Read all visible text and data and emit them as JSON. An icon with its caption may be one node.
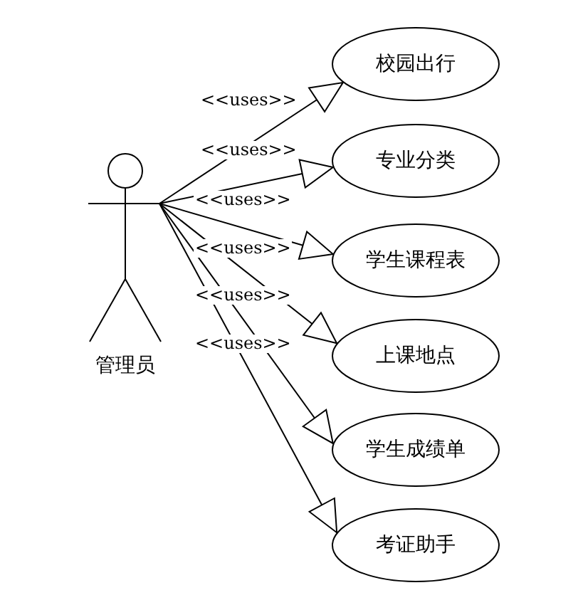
{
  "diagram": {
    "nodes": [
      {
        "text": [
          "管理员"
        ]
      },
      {
        "text": [
          "校园出行"
        ]
      },
      {
        "text": [
          "专业分类"
        ]
      },
      {
        "text": [
          "学生课程表"
        ]
      },
      {
        "text": [
          "上课地点"
        ]
      },
      {
        "text": [
          "学生成绩单"
        ]
      },
      {
        "text": [
          "考证助手"
        ]
      }
    ],
    "edges": [
      {
        "from": 0,
        "to": 1,
        "arrow": "to",
        "label": "<<uses>>"
      },
      {
        "from": 0,
        "to": 2,
        "arrow": "to",
        "label": "<<uses>>"
      },
      {
        "from": 0,
        "to": 3,
        "arrow": "to",
        "label": "<<uses>>"
      },
      {
        "from": 0,
        "to": 4,
        "arrow": "to",
        "label": "<<uses>>"
      },
      {
        "from": 0,
        "to": 5,
        "arrow": "to",
        "label": "<<uses>>"
      },
      {
        "from": 0,
        "to": 6,
        "arrow": "to",
        "label": "<<uses>>"
      }
    ]
  }
}
